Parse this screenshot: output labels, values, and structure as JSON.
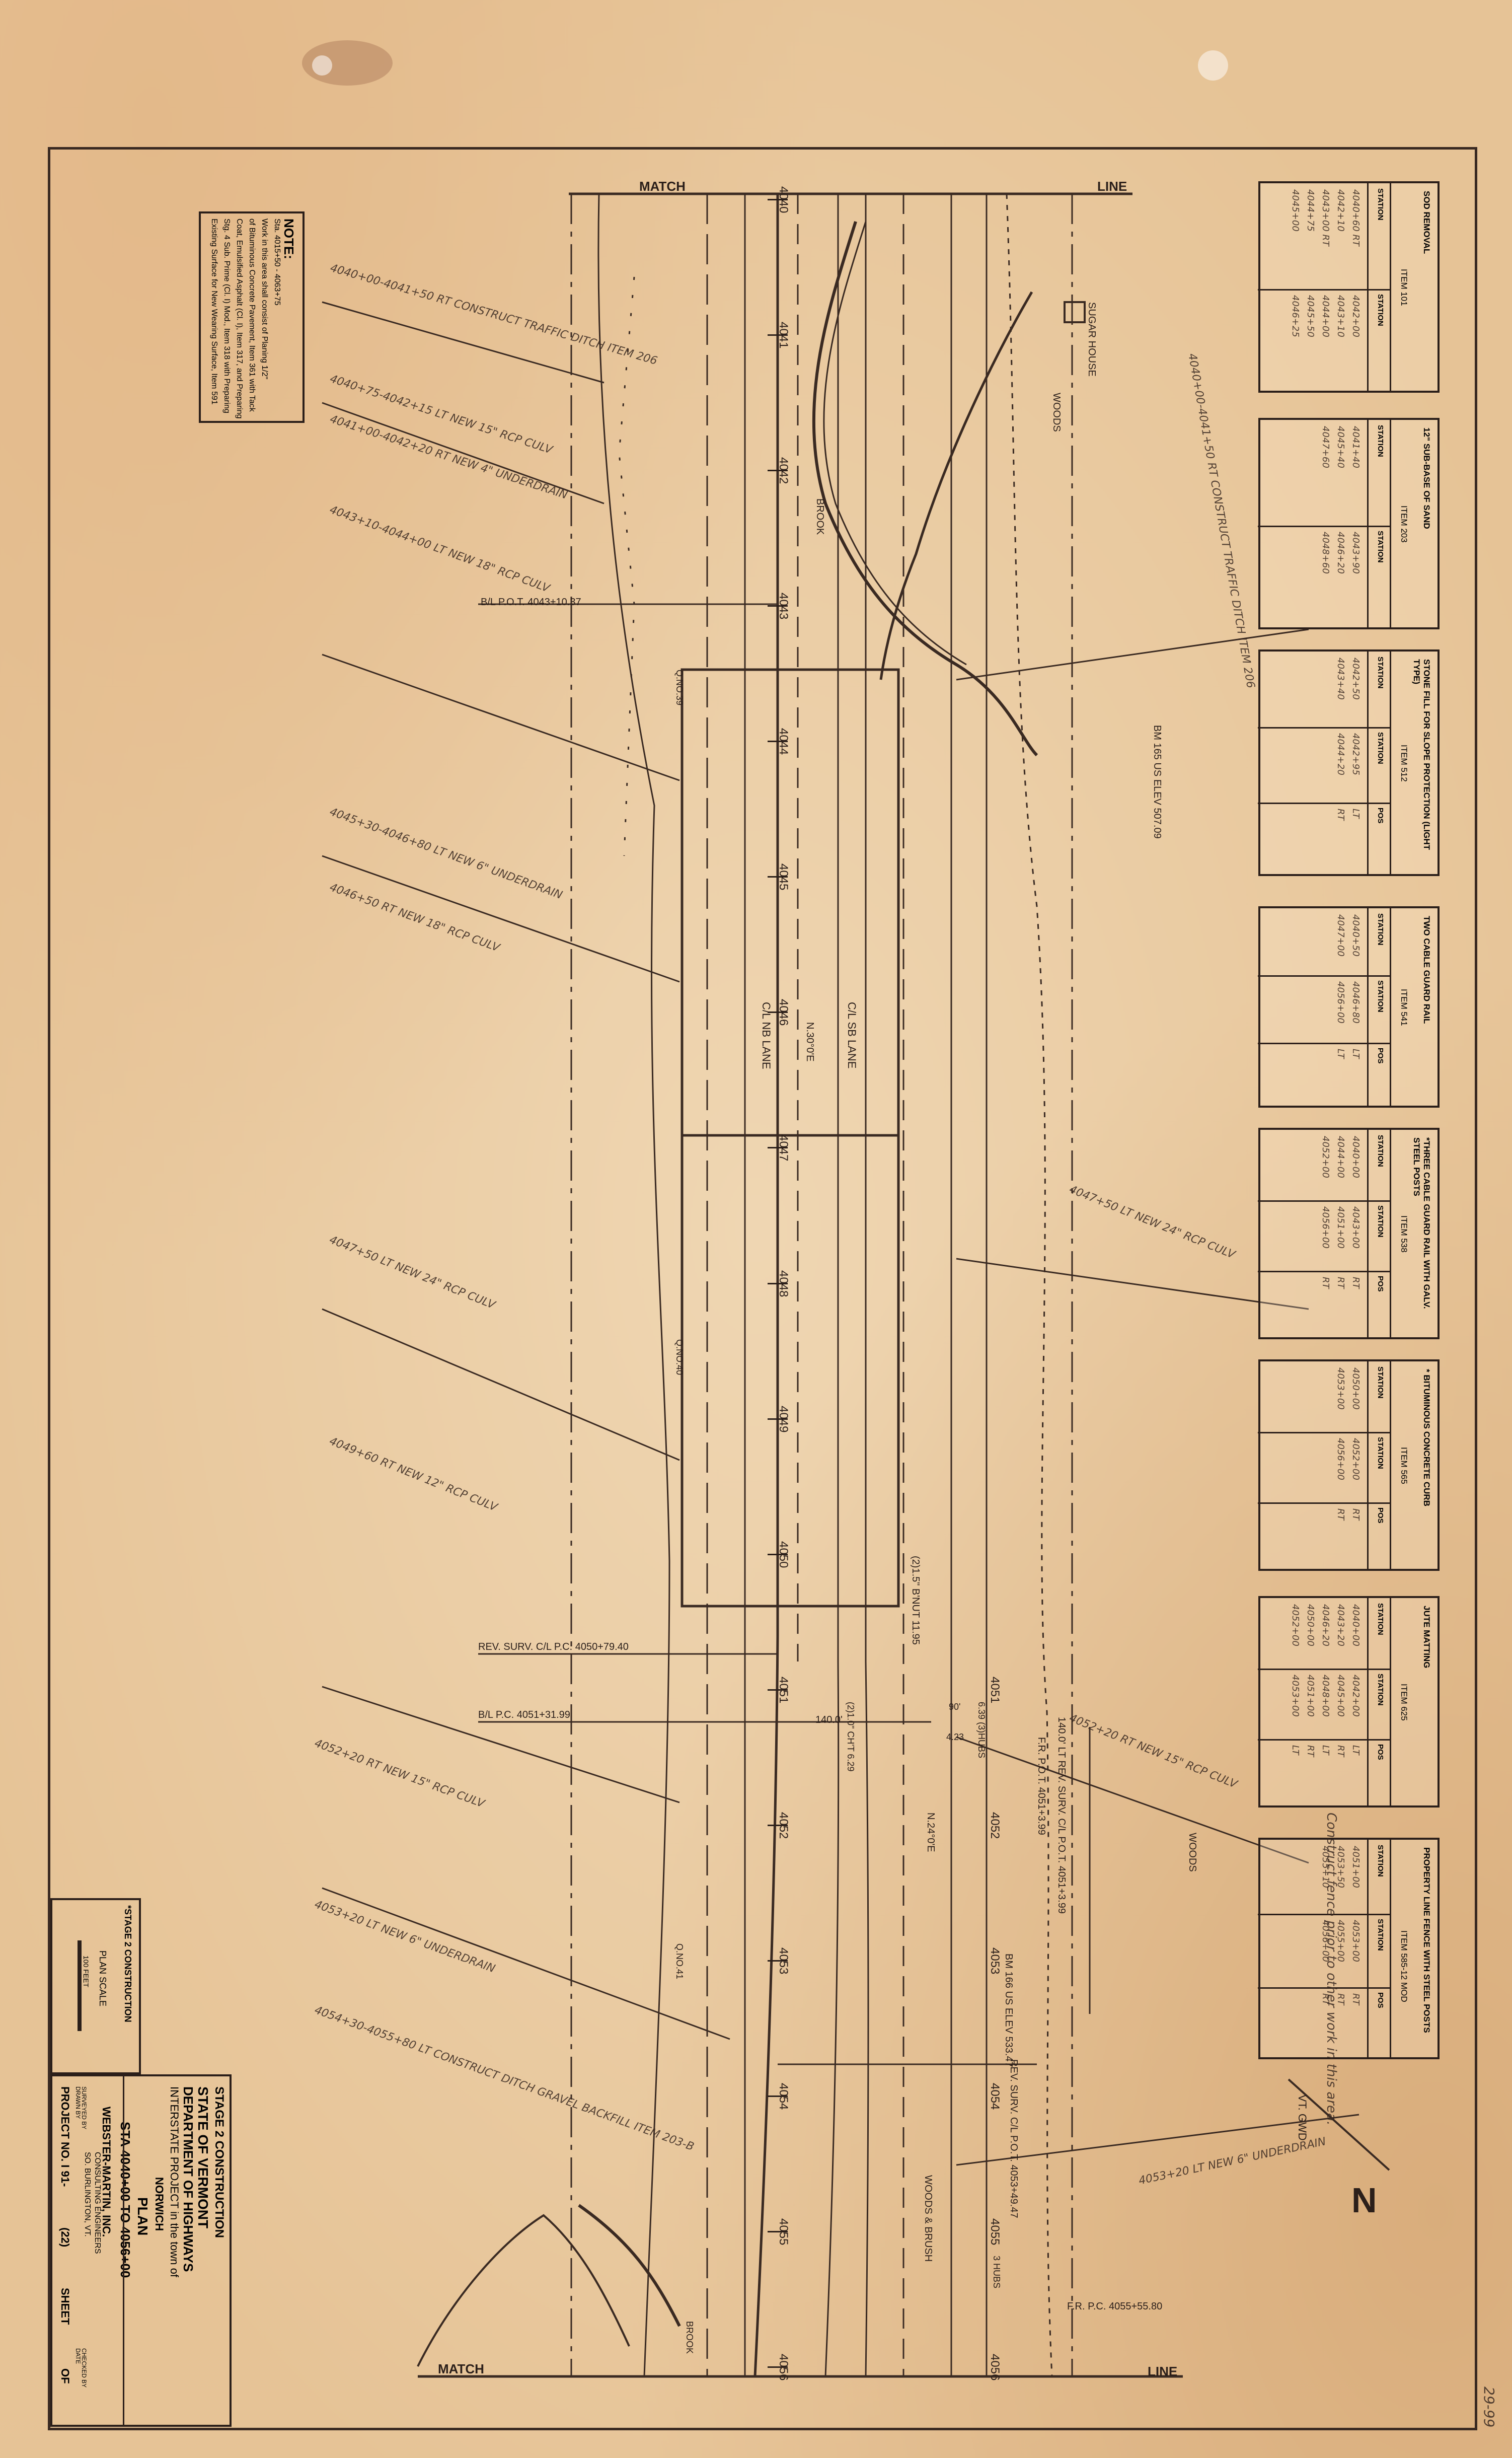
{
  "header": {
    "match_line_top": "MATCH",
    "line_top": "LINE",
    "match_line_bottom": "MATCH",
    "line_bottom": "LINE",
    "north_arrow": "N"
  },
  "note": {
    "title": "NOTE:",
    "line1": "Sta. 4015+50 - 4063+75",
    "line2": "Work in this area shall consist of Planing 1/2\"",
    "line3": "of Bituminous Concrete Pavement, Item 361 with Tack",
    "line4": "Coat, Emulsified Asphalt (Cl. I), Item 317, and Preparing",
    "line5": "Stg. 4 Sub. Prime (Cl. I) Mod., Item 318 with Preparing",
    "line6": "Existing Surface for New Wearing Surface, Item 591"
  },
  "stations": [
    "4040",
    "4041",
    "4042",
    "4043",
    "4044",
    "4045",
    "4046",
    "4047",
    "4048",
    "4049",
    "4050",
    "4051",
    "4052",
    "4053",
    "4054",
    "4055",
    "4056"
  ],
  "plan_labels": {
    "sugar_house": "SUGAR HOUSE",
    "woods_top": "WOODS",
    "brook_top": "BROOK",
    "brook_bottom": "BROOK",
    "woods_right": "WOODS",
    "woods_brush": "WOODS & BRUSH",
    "cl_nb_lane": "C/L NB LANE",
    "cl_sb_lane": "C/L SB LANE",
    "bearing1": "N.30°0'E",
    "bearing2": "N.24°0'E",
    "bl_pot": "B/L P.O.T. 4043+10.37",
    "rev_surv": "REV. SURV. C/L P.C. 4050+79.40",
    "bl_pc": "B/L P.C. 4051+31.99",
    "fr_pot": "F.R. P.O.T. 4051+3.99",
    "rev_surv_pot": "140.0' LT REV. SURV. C/L P.O.T. 4051+3.99",
    "rev_surv_cl": "REV. SURV. C/L P.O.T. 4053+49.47",
    "fr_pc": "F.R. P.C. 4055+55.80",
    "bm165": "BM 165 US ELEV 507.09",
    "bm166": "BM 166 US ELEV 533.47",
    "nut1": "(2)1.5\" B'NUT 11.95",
    "nut2": "(2)1.0\" CH'T 6.29",
    "nut3": "6.39 (3)HUBS",
    "hubs": "3 HUBS",
    "dim140": "140.0'",
    "dim90": "90'",
    "dim423": "4.23",
    "vt_gwd": "VT. GWD",
    "cond_40": "Q.NO.40",
    "cond_41": "Q.NO.41",
    "cond_39": "Q.NO.39"
  },
  "tables": [
    {
      "title": "SOD REMOVAL",
      "item": "ITEM 101",
      "cols": [
        "STATION",
        "STATION"
      ],
      "rows": [
        [
          "4040+60 RT",
          "4042+00"
        ],
        [
          "4042+10",
          "4043+10"
        ],
        [
          "4043+00 RT",
          "4044+00"
        ],
        [
          "4044+75",
          "4045+50"
        ],
        [
          "4045+00",
          "4046+25"
        ]
      ]
    },
    {
      "title": "12\" SUB-BASE OF SAND",
      "item": "ITEM 203",
      "cols": [
        "STATION",
        "STATION"
      ],
      "rows": [
        [
          "4041+40",
          "4043+90"
        ],
        [
          "4045+40",
          "4046+20"
        ],
        [
          "4047+60",
          "4048+60"
        ]
      ]
    },
    {
      "title": "STONE FILL FOR SLOPE PROTECTION (LIGHT TYPE)",
      "item": "ITEM 512",
      "cols": [
        "STATION",
        "STATION",
        "POS"
      ],
      "rows": [
        [
          "4042+50",
          "4042+95",
          "LT"
        ],
        [
          "4043+40",
          "4044+20",
          "RT"
        ]
      ]
    },
    {
      "title": "TWO CABLE GUARD RAIL",
      "item": "ITEM 541",
      "cols": [
        "STATION",
        "STATION",
        "POS"
      ],
      "rows": [
        [
          "4040+50",
          "4046+80",
          "LT"
        ],
        [
          "4047+00",
          "4056+00",
          "LT"
        ]
      ]
    },
    {
      "title": "*THREE CABLE GUARD RAIL WITH GALV. STEEL POSTS",
      "item": "ITEM 538",
      "cols": [
        "STATION",
        "STATION",
        "POS"
      ],
      "rows": [
        [
          "4040+00",
          "4043+00",
          "RT"
        ],
        [
          "4044+00",
          "4051+00",
          "RT"
        ],
        [
          "4052+00",
          "4056+00",
          "RT"
        ]
      ]
    },
    {
      "title": "* BITUMINOUS CONCRETE CURB",
      "item": "ITEM 565",
      "cols": [
        "STATION",
        "STATION",
        "POS"
      ],
      "rows": [
        [
          "4050+00",
          "4052+00",
          "RT"
        ],
        [
          "4053+00",
          "4056+00",
          "RT"
        ]
      ]
    },
    {
      "title": "JUTE MATTING",
      "item": "ITEM 625",
      "cols": [
        "STATION",
        "STATION",
        "POS"
      ],
      "rows": [
        [
          "4040+00",
          "4042+00",
          "LT"
        ],
        [
          "4043+20",
          "4045+00",
          "RT"
        ],
        [
          "4046+20",
          "4048+00",
          "LT"
        ],
        [
          "4050+00",
          "4051+00",
          "RT"
        ],
        [
          "4052+00",
          "4053+00",
          "LT"
        ]
      ]
    },
    {
      "title": "PROPERTY LINE FENCE WITH STEEL POSTS",
      "item": "ITEM 585-12 MOD",
      "cols": [
        "STATION",
        "STATION",
        "POS"
      ],
      "rows": [
        [
          "4051+00",
          "4053+00",
          "RT"
        ],
        [
          "4053+50",
          "4055+00",
          "RT"
        ],
        [
          "4055+10",
          "4056+00",
          "RT"
        ]
      ]
    }
  ],
  "table_note": "Construct fence prior to other work in this area.",
  "title_block": {
    "stage": "STAGE 2 CONSTRUCTION",
    "state": "STATE OF VERMONT",
    "department": "DEPARTMENT OF HIGHWAYS",
    "project_line": "INTERSTATE PROJECT in the town of",
    "town": "NORWICH",
    "plan": "PLAN",
    "stations": "STA 4040+00 TO 4056+00",
    "firm": "WEBSTER-MARTIN, INC.",
    "firm_sub": "CONSULTING ENGINEERS",
    "firm_city": "SO. BURLINGTON, VT.",
    "project_no": "PROJECT NO. I 91-",
    "project_suffix": "(22)",
    "sheet": "SHEET",
    "of": "OF",
    "surveyed": "SURVEYED BY",
    "drawn": "DRAWN BY",
    "checked": "CHECKED BY",
    "date": "DATE",
    "stage_note": "*STAGE 2 CONSTRUCTION",
    "plan_scale": "PLAN SCALE",
    "scale_value": "100 FEET"
  },
  "slope_notes": [
    "4040+00-4041+50 RT CONSTRUCT TRAFFIC DITCH ITEM 206",
    "4040+75-4042+15 LT NEW 15\" RCP CULV",
    "4041+00-4042+20 RT NEW 4\" UNDERDRAIN",
    "4043+10-4044+00 LT NEW 18\" RCP CULV",
    "4045+30-4046+80 LT NEW 6\" UNDERDRAIN",
    "4046+50 RT NEW 18\" RCP CULV",
    "4047+50 LT NEW 24\" RCP CULV",
    "4049+60 RT NEW 12\" RCP CULV",
    "4052+20 RT NEW 15\" RCP CULV",
    "4053+20 LT NEW 6\" UNDERDRAIN",
    "4054+30-4055+80 LT CONSTRUCT DITCH GRAVEL BACKFILL ITEM 203-B"
  ],
  "corner_mark": "29-99"
}
